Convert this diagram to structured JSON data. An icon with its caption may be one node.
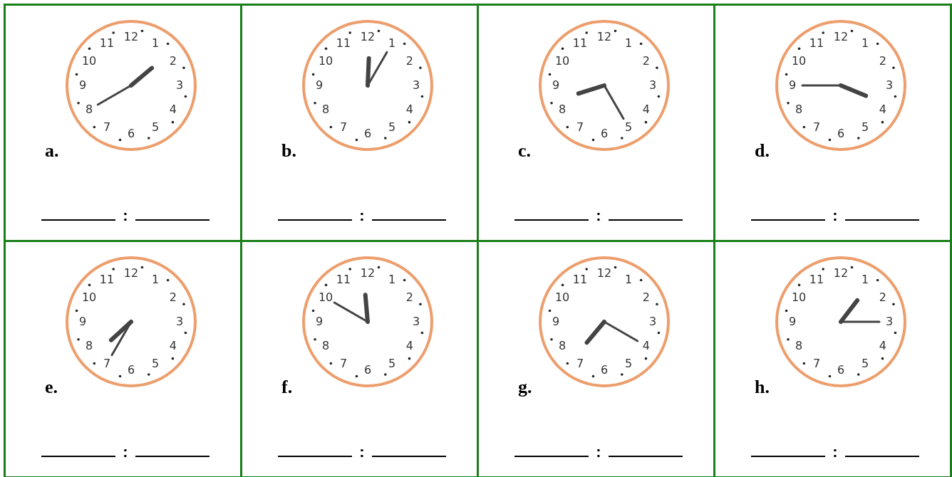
{
  "diagram": {
    "nodes": [
      {
        "text": [
          "a.",
          ":"
        ]
      },
      {
        "text": [
          "12",
          "1",
          "2",
          "3",
          "4",
          "5",
          "6",
          "7",
          "8",
          "9",
          "10",
          "11"
        ],
        "in": 0
      },
      {
        "text": [
          "b.",
          ":"
        ]
      },
      {
        "text": [
          "12",
          "1",
          "2",
          "3",
          "4",
          "5",
          "6",
          "7",
          "8",
          "9",
          "10",
          "11"
        ],
        "in": 2
      },
      {
        "text": [
          "c.",
          ":"
        ]
      },
      {
        "text": [
          "12",
          "1",
          "2",
          "3",
          "4",
          "5",
          "6",
          "7",
          "8",
          "9",
          "10",
          "11"
        ],
        "in": 4
      },
      {
        "text": [
          "d.",
          ":"
        ]
      },
      {
        "text": [
          "12",
          "1",
          "2",
          "3",
          "4",
          "5",
          "6",
          "7",
          "8",
          "9",
          "10",
          "11"
        ],
        "in": 6
      },
      {
        "text": [
          "e.",
          ":"
        ]
      },
      {
        "text": [
          "12",
          "1",
          "2",
          "3",
          "4",
          "5",
          "6",
          "7",
          "8",
          "9",
          "10",
          "11"
        ],
        "in": 8
      },
      {
        "text": [
          "f.",
          ":"
        ]
      },
      {
        "text": [
          "12",
          "1",
          "2",
          "3",
          "4",
          "5",
          "6",
          "7",
          "8",
          "9",
          "10",
          "11"
        ],
        "in": 10
      },
      {
        "text": [
          "g.",
          ":"
        ]
      },
      {
        "text": [
          "12",
          "1",
          "2",
          "3",
          "4",
          "5",
          "6",
          "7",
          "8",
          "9",
          "10",
          "11"
        ],
        "in": 12
      },
      {
        "text": [
          "h.",
          ":"
        ]
      },
      {
        "text": [
          "12",
          "1",
          "2",
          "3",
          "4",
          "5",
          "6",
          "7",
          "8",
          "9",
          "10",
          "11"
        ],
        "in": 14
      }
    ]
  }
}
